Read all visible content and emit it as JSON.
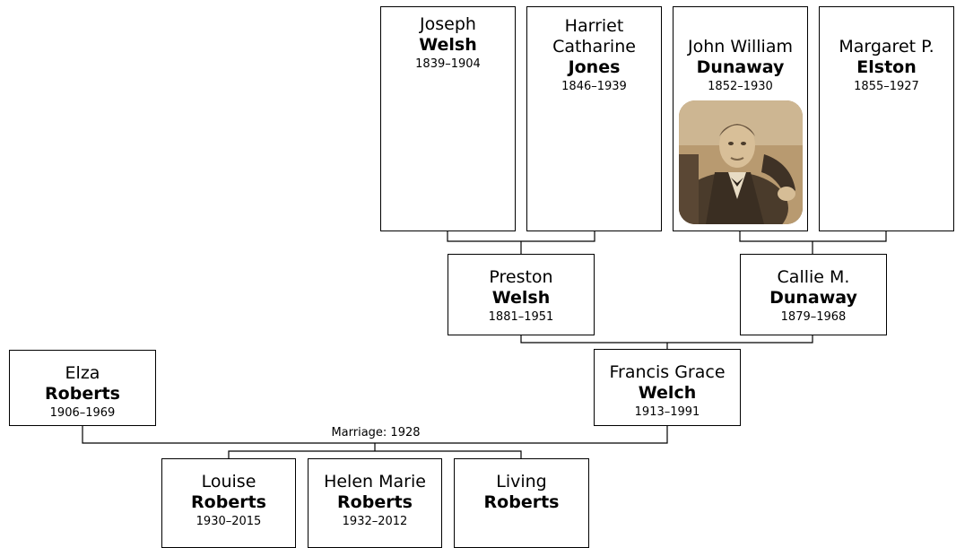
{
  "people": {
    "joseph": {
      "given": "Joseph",
      "surname": "Welsh",
      "dates": "1839–1904"
    },
    "harriet": {
      "given": "Harriet Catharine",
      "surname": "Jones",
      "dates": "1846–1939"
    },
    "john": {
      "given": "John William",
      "surname": "Dunaway",
      "dates": "1852–1930"
    },
    "margaret": {
      "given": "Margaret P.",
      "surname": "Elston",
      "dates": "1855–1927"
    },
    "preston": {
      "given": "Preston",
      "surname": "Welsh",
      "dates": "1881–1951"
    },
    "callie": {
      "given": "Callie M.",
      "surname": "Dunaway",
      "dates": "1879–1968"
    },
    "elza": {
      "given": "Elza",
      "surname": "Roberts",
      "dates": "1906–1969"
    },
    "francis": {
      "given": "Francis Grace",
      "surname": "Welch",
      "dates": "1913–1991"
    },
    "louise": {
      "given": "Louise",
      "surname": "Roberts",
      "dates": "1930–2015"
    },
    "helen": {
      "given": "Helen Marie",
      "surname": "Roberts",
      "dates": "1932–2012"
    },
    "living": {
      "given": "Living",
      "surname": "Roberts",
      "dates": ""
    }
  },
  "marriage": {
    "label": "Marriage: 1928"
  },
  "icons": {
    "photo": "portrait-photo-icon"
  },
  "colors": {
    "border": "#000000",
    "background": "#ffffff"
  }
}
